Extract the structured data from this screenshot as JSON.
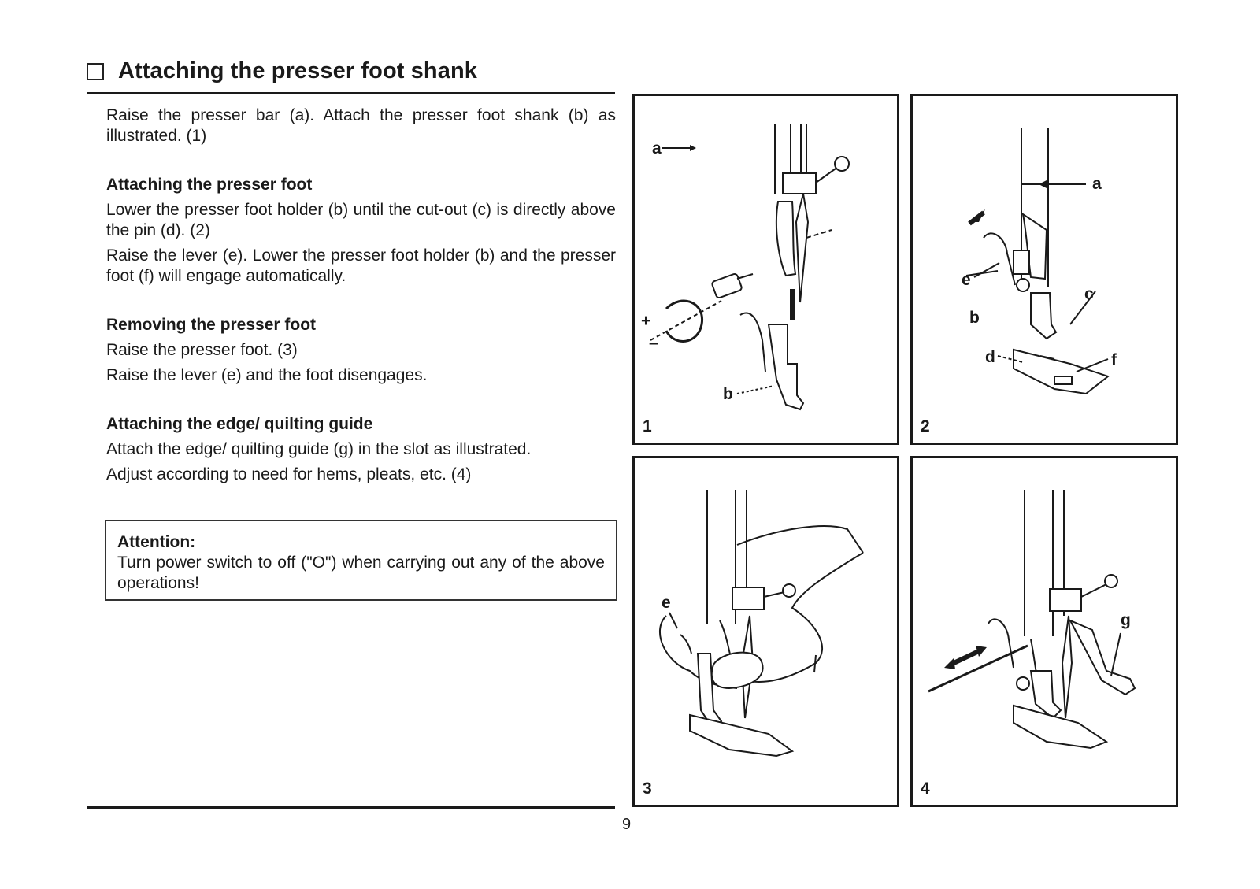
{
  "title": "Attaching the presser foot shank",
  "intro": "Raise the presser bar (a). Attach the presser foot shank (b) as illustrated. (1)",
  "sections": [
    {
      "heading": "Attaching the presser foot",
      "paragraphs": [
        "Lower the presser foot holder (b) until the cut-out (c) is directly above the pin (d). (2)",
        "Raise the lever (e). Lower the presser foot holder (b) and the presser foot (f) will engage automatically."
      ]
    },
    {
      "heading": "Removing the presser foot",
      "paragraphs": [
        "Raise the presser foot. (3)",
        "Raise the lever (e) and the foot disengages."
      ]
    },
    {
      "heading": "Attaching the edge/ quilting guide",
      "paragraphs": [
        "Attach the edge/ quilting guide (g) in the slot as illustrated.",
        "Adjust according to need for hems, pleats, etc. (4)"
      ]
    }
  ],
  "attention": {
    "title": "Attention:",
    "body": "Turn power switch to off (\"O\") when carrying out any of the above operations!"
  },
  "figures": [
    {
      "number": "1",
      "labels": {
        "a": "a",
        "b": "b",
        "plus": "+",
        "minus": "–"
      }
    },
    {
      "number": "2",
      "labels": {
        "a": "a",
        "b": "b",
        "c": "c",
        "d": "d",
        "e": "e",
        "f": "f"
      }
    },
    {
      "number": "3",
      "labels": {
        "e": "e"
      }
    },
    {
      "number": "4",
      "labels": {
        "g": "g"
      }
    }
  ],
  "page_number": "9"
}
